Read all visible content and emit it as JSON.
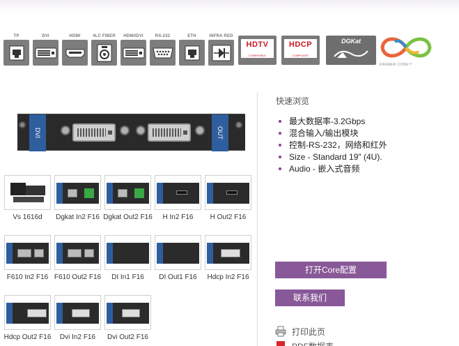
{
  "connector_icons": [
    {
      "label": "TP",
      "icon": "tp-rj45-icon"
    },
    {
      "label": "DVI",
      "icon": "dvi-connector-icon"
    },
    {
      "label": "HDMI",
      "icon": "hdmi-connector-icon"
    },
    {
      "label": "4LC FIBER",
      "icon": "fiber-connector-icon"
    },
    {
      "label": "HDMI/DVI",
      "icon": "hdmi-dvi-connector-icon"
    },
    {
      "label": "RS-232",
      "icon": "rs232-connector-icon"
    },
    {
      "label": "ETH",
      "icon": "ethernet-connector-icon"
    },
    {
      "label": "INFRA RED",
      "icon": "infrared-icon"
    }
  ],
  "badges": {
    "hdtv": {
      "main": "HDTV",
      "sub": "COMPATIBLE"
    },
    "hdcp": {
      "main": "HDCP",
      "sub": "COMPLIANT"
    },
    "dgkat": {
      "title": "DGKat"
    },
    "kramer": {
      "text": "KRAMER CORE™"
    }
  },
  "product_image": {
    "left_label": "DVI",
    "right_label": "OUT"
  },
  "thumbnails": [
    {
      "caption": "Vs 1616d",
      "type": "chassis"
    },
    {
      "caption": "Dgkat In2 F16",
      "type": "dgkat-in"
    },
    {
      "caption": "Dgkat Out2 F16",
      "type": "dgkat-out"
    },
    {
      "caption": "H In2 F16",
      "type": "hdmi"
    },
    {
      "caption": "H Out2 F16",
      "type": "hdmi"
    },
    {
      "caption": "F610 In2 F16",
      "type": "fiber"
    },
    {
      "caption": "F610 Out2 F16",
      "type": "fiber"
    },
    {
      "caption": "DI In1 F16",
      "type": "blank"
    },
    {
      "caption": "DI Out1 F16",
      "type": "blank"
    },
    {
      "caption": "Hdcp In2 F16",
      "type": "dvi"
    },
    {
      "caption": "Hdcp Out2 F16",
      "type": "dvi"
    },
    {
      "caption": "Dvi In2 F16",
      "type": "dvi"
    },
    {
      "caption": "Dvi Out2 F16",
      "type": "dvi"
    }
  ],
  "quick_view": {
    "title": "快速浏览",
    "features": [
      "最大数据率-3.2Gbps",
      "混合输入/输出模块",
      "控制-RS-232，网络和红外",
      "Size - Standard 19\" (4U).",
      "Audio - 嵌入式音频"
    ]
  },
  "buttons": {
    "open_core": "打开Core配置",
    "contact": "联系我们"
  },
  "links": {
    "print": "打印此页",
    "pdf": "PDF数据表"
  },
  "colors": {
    "accent": "#885898",
    "hdtv_red": "#c8161d",
    "panel_blue": "#2f5e9e"
  }
}
